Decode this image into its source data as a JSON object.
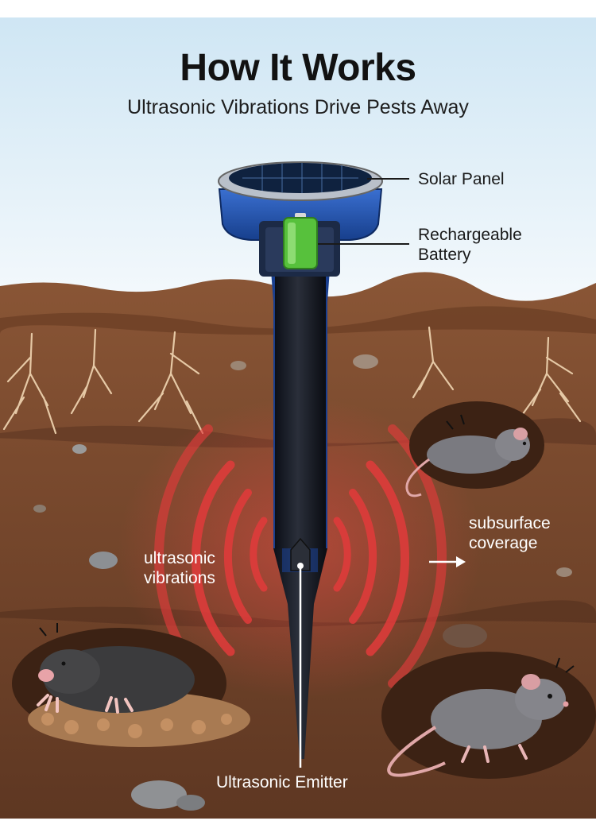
{
  "header": {
    "title": "How It Works",
    "subtitle": "Ultrasonic Vibrations Drive Pests Away"
  },
  "labels": {
    "solar_panel": "Solar Panel",
    "battery_line1": "Rechargeable",
    "battery_line2": "Battery",
    "vibrations_line1": "ultrasonic",
    "vibrations_line2": "vibrations",
    "coverage_line1": "subsurface",
    "coverage_line2": "coverage",
    "emitter": "Ultrasonic Emitter"
  },
  "colors": {
    "sky_top": "#cfe6f4",
    "soil": "#7a4a2e",
    "stake_blue": "#1f4fa8",
    "wave_red": "#e23b3b",
    "battery_green": "#57c13c"
  },
  "icons": [
    "solar-panel-icon",
    "battery-icon",
    "mole-icon",
    "rat-icon",
    "mouse-icon",
    "root-icon",
    "rock-icon"
  ]
}
